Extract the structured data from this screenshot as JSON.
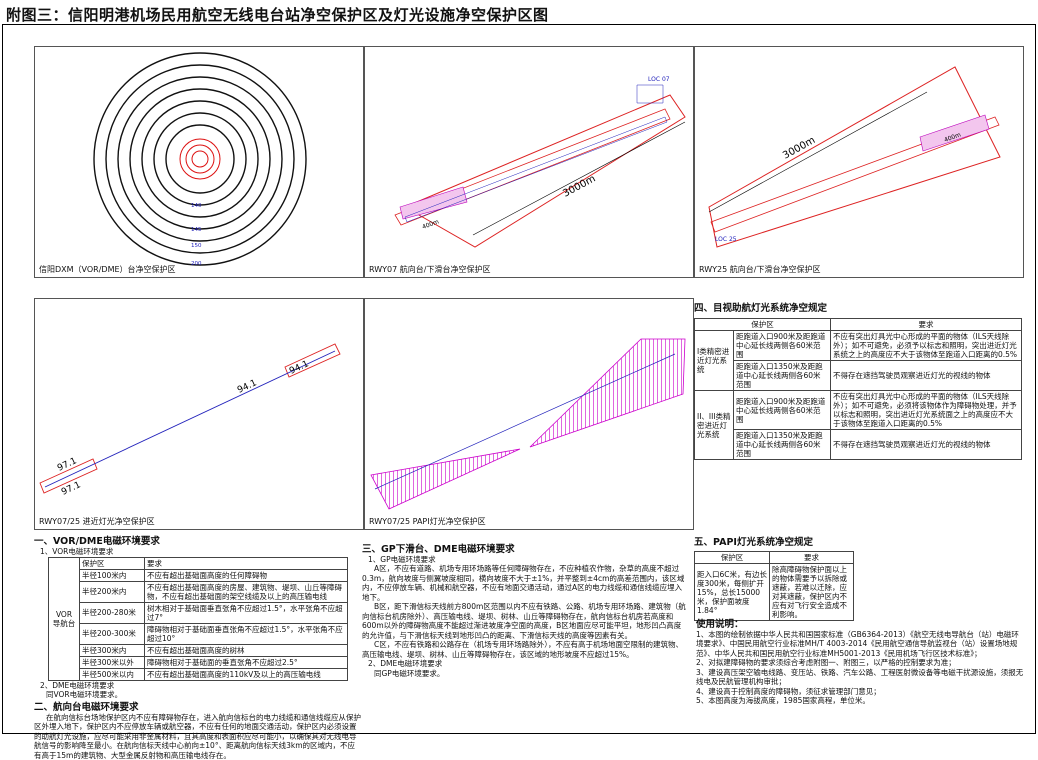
{
  "title": "附图三：信阳明港机场民用航空无线电台站净空保护区及灯光设施净空保护区图",
  "panels": {
    "p1": {
      "label": "信阳DXM（VOR/DME）台净空保护区",
      "rings": [
        "140",
        "145",
        "150",
        "200"
      ]
    },
    "p2": {
      "label": "RWY07 航向台/下滑台净空保护区",
      "dim": "3000m",
      "small_dim": "400m",
      "tag": "LOC 07"
    },
    "p3": {
      "label": "RWY25 航向台/下滑台净空保护区",
      "dim": "3000m",
      "small_dim": "400m",
      "tag": "LOC 25"
    },
    "p4": {
      "label": "RWY07/25 进近灯光净空保护区",
      "v1": "97.1",
      "v2": "94.1",
      "v3": "97.1",
      "v4": "94.1"
    },
    "p5": {
      "label": "RWY07/25 PAPI灯光净空保护区"
    }
  },
  "sec1": {
    "heading": "一、VOR/DME电磁环境要求",
    "sub1": "1、VOR电磁环境要求",
    "table_head": [
      "保护区",
      "要求"
    ],
    "side_label": "VOR\n导航台",
    "rows": [
      [
        "半径100米内",
        "不应有超出基础面高度的任何障碍物"
      ],
      [
        "半径200米内",
        "不应有超出基础面高度的房屋、建筑物、堤坝、山丘等障碍物，不应有超出基础面的架空线缆及以上的高压输电线"
      ],
      [
        "半径200-280米",
        "树木相对于基础面垂直张角不应超过1.5°，水平张角不应超过7°"
      ],
      [
        "半径200-300米",
        "障碍物相对于基础面垂直张角不应超过1.5°，水平张角不应超过10°"
      ],
      [
        "半径300米内",
        "不应有超出基础面高度的树林"
      ],
      [
        "半径300米以外",
        "障碍物相对于基础面的垂直张角不应超过2.5°"
      ],
      [
        "半径500米以内",
        "不应有超出基础面高度的110kV及以上的高压输电线"
      ]
    ],
    "sub2": "2、DME电磁环境要求",
    "sub2_text": "同VOR电磁环境要求。",
    "heading2": "二、航向台电磁环境要求",
    "para": "在航向信标台场地保护区内不应有障碍物存在，进入航向信标台的电力线缆和通信线缆应从保护区外埋入地下，保护区内不应停放车辆或航空器，不应有任何的地面交通活动，保护区内必须设置的助航灯光设施，应尽可能采用非金属材料，且其高度和表面积应尽可能小，以确保其对无线电导航信号的影响降至最小。在航向信标天线中心前向±10°、距离航向信标天线3km的区域内，不应有高于15m的建筑物、大型金属反射物和高压输电线存在。"
  },
  "sec3": {
    "heading": "三、GP下滑台、DME电磁环境要求",
    "sub1": "1、GP电磁环境要求",
    "paraA": "A区，不应有道路、机场专用环场路等任何障碍物存在，不应种植农作物，杂草的高度不超过0.3m，航向坡度与侧翼坡度相同，横向坡度不大于±1%，并平整到±4cm的高差范围内，该区域内，不应停放车辆、机械和航空器，不应有地面交通活动，通过A区的电力线缆和通信线缆应埋入地下。",
    "paraB": "B区，距下滑信标天线前方800m区范围以内不应有铁路、公路、机场专用环场路、建筑物（航向信标台机房除外）、高压输电线、堤坝、树林、山丘等障碍物存在，航向信标台机房若高度和600m以外的障碍物高度不能超过渐进坡度净空面的高度，B区地面应尽可能平坦，地形凹凸高度的允许值，与下滑信标天线到地形凹凸的距离、下滑信标天线的高度等因素有关。",
    "paraC": "C区，不应有铁路和公路存在（机场专用环场路除外），不应有高于机场地面空限制的建筑物、高压输电线、堤坝、树林、山丘等障碍物存在，该区域的地形坡度不应超过15%。",
    "sub2": "2、DME电磁环境要求",
    "sub2_text": "同GP电磁环境要求。"
  },
  "sec4": {
    "heading": "四、目视助航灯光系统净空规定",
    "head": [
      "保护区",
      "要求"
    ],
    "g1": "I类精密进近灯光系统",
    "g2": "II、III类精密进近灯光系统",
    "r1a": "距跑道入口900米及距跑道中心延长线两侧各60米范围",
    "r1b": "不应有突出灯具光中心形成的平面的物体（ILS天线除外）；如不可避免，必须予以标志和照明，突出进近灯光系统之上的高度应不大于该物体至跑道入口距离的0.5%",
    "r2a": "距跑道入口1350米及距跑道中心延长线两侧各60米范围",
    "r2b": "不得存在遮挡驾驶员观察进近灯光的视线的物体",
    "r3a": "距跑道入口900米及距跑道中心延长线两侧各60米范围",
    "r3b": "不应有突出灯具光中心形成的平面的物体（ILS天线除外）；如不可避免，必须将该物体作为障碍物处理，并予以标志和照明，突出进近灯光系统面之上的高度应不大于该物体至跑道入口距离的0.5%",
    "r4a": "距跑道入口1350米及距跑道中心延长线两侧各60米范围",
    "r4b": "不得存在遮挡驾驶员观察进近灯光的视线的物体"
  },
  "sec5": {
    "heading": "五、PAPI灯光系统净空规定",
    "head": [
      "保护区",
      "要求"
    ],
    "c1": "距入口6C米，有边长度300米，每侧扩开15%，总长15000米，保护面坡度1.84°",
    "c2": "除高障碍物保护面以上的物体需要予以拆除或遮蔽，若难以迁除，应对其遮蔽，保护区内不应有对飞行安全造成不利影响。"
  },
  "notes": {
    "heading": "使用说明：",
    "items": [
      "1、本图的绘制依据中华人民共和国国家标准（GB6364-2013）《航空无线电导航台（站）电磁环境要求》、中国民用航空行业标准MH/T 4003-2014《民用航空通信导航监视台（站）设置场地规范》、中华人民共和国民用航空行业标准MH5001-2013《民用机场飞行区技术标准》；",
      "2、对拟建障碍物的要求须综合考虑附图一、附图三，以严格的控制要求为准；",
      "3、建设高压架空输电线路、变压站、铁路、汽车公路、工程医射微设备等电磁干扰源设施，须报无线电及民航管理机构审批；",
      "4、建设高于控制高度的障碍物，须征求管理部门意见；",
      "5、本图高度为海拔高度，1985国家高程，单位米。"
    ]
  }
}
